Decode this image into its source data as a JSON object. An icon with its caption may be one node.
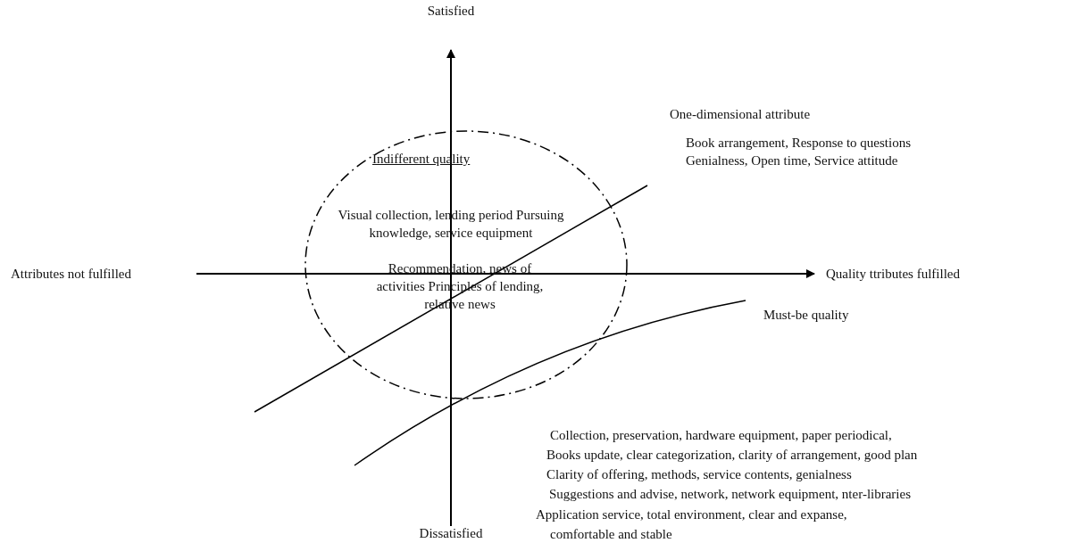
{
  "diagram": {
    "labels": [
      "Satisfied",
      "One-dimensional attribute",
      "Indifferent quality",
      "Book arrangement, Response to questions",
      "Genialness, Open time, Service attitude",
      "Visual collection, lending period Pursuing knowledge, service equipment",
      "Attributes not fulfilled",
      "Quality ttributes fulfilled",
      "Recommendation, news of activities Principles of lending, relative news",
      "Must-be quality",
      "Collection, preservation, hardware equipment, paper periodical,",
      "Books update, clear categorization, clarity of arrangement, good plan",
      "Clarity of offering, methods, service contents, genialness",
      "Suggestions and advise, network, network equipment, nter-libraries",
      "Application service, total environment, clear and expanse, comfortable and stable",
      "Dissatisfied"
    ]
  }
}
